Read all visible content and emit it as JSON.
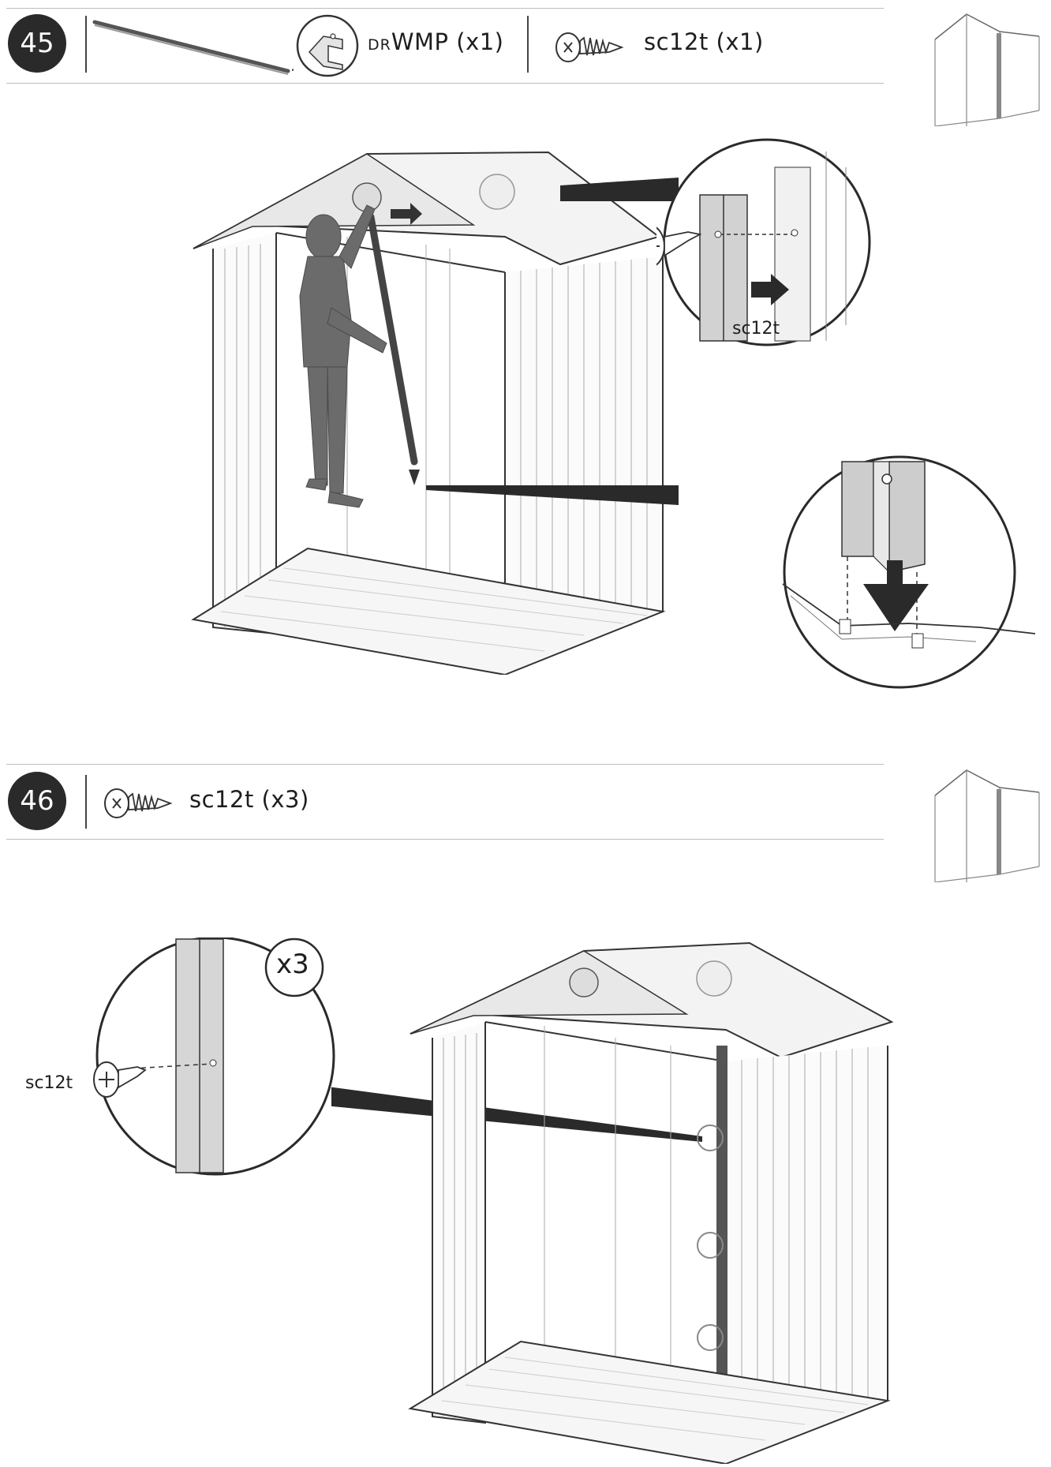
{
  "steps": [
    {
      "number": "45",
      "parts": [
        {
          "code": "DR",
          "name": "WMP",
          "qty": "(x1)"
        },
        {
          "name": "sc12t",
          "qty": "(x1)"
        }
      ],
      "detail_labels": {
        "screw": "sc12t"
      }
    },
    {
      "number": "46",
      "parts": [
        {
          "name": "sc12t",
          "qty": "(x3)"
        }
      ],
      "detail_labels": {
        "screw": "sc12t",
        "multiplier": "x3"
      }
    }
  ]
}
